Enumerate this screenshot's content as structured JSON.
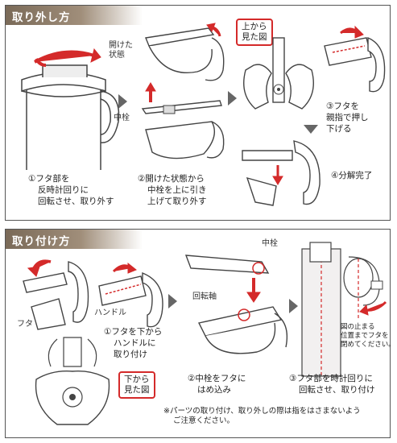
{
  "section_remove": {
    "title": "取り外し方",
    "step1": [
      "①フタ部を",
      "反時計回りに",
      "回転させ、取り外す"
    ],
    "step2": [
      "②開けた状態から",
      "中栓を上に引き",
      "上げて取り外す"
    ],
    "step3": [
      "③フタを",
      "親指で押し",
      "下げる"
    ],
    "step4": "④分解完了",
    "label_opened": [
      "開けた",
      "状態"
    ],
    "label_plug": "中栓",
    "callout_top": [
      "上から",
      "見た図"
    ]
  },
  "section_attach": {
    "title": "取り付け方",
    "step1": [
      "①フタを下から",
      "ハンドルに",
      "取り付け"
    ],
    "step2": [
      "②中栓をフタに",
      "はめ込み"
    ],
    "step3": [
      "③フタ部を時計回りに",
      "回転させ、取り付け"
    ],
    "label_lid": "フタ",
    "label_handle": "ハンドル",
    "label_plug": "中栓",
    "label_shaft": "回転軸",
    "callout_bottom": [
      "下から",
      "見た図"
    ],
    "stop_note": [
      "図の止まる",
      "位置までフタを",
      "閉めてください。"
    ],
    "caution": [
      "※パーツの取り付け、取り外しの際は指をはさまないよう",
      "ご注意ください。"
    ]
  },
  "colors": {
    "accent_red": "#d42a2a",
    "header_brown": "#8a7866",
    "arrow_gray": "#666666"
  }
}
